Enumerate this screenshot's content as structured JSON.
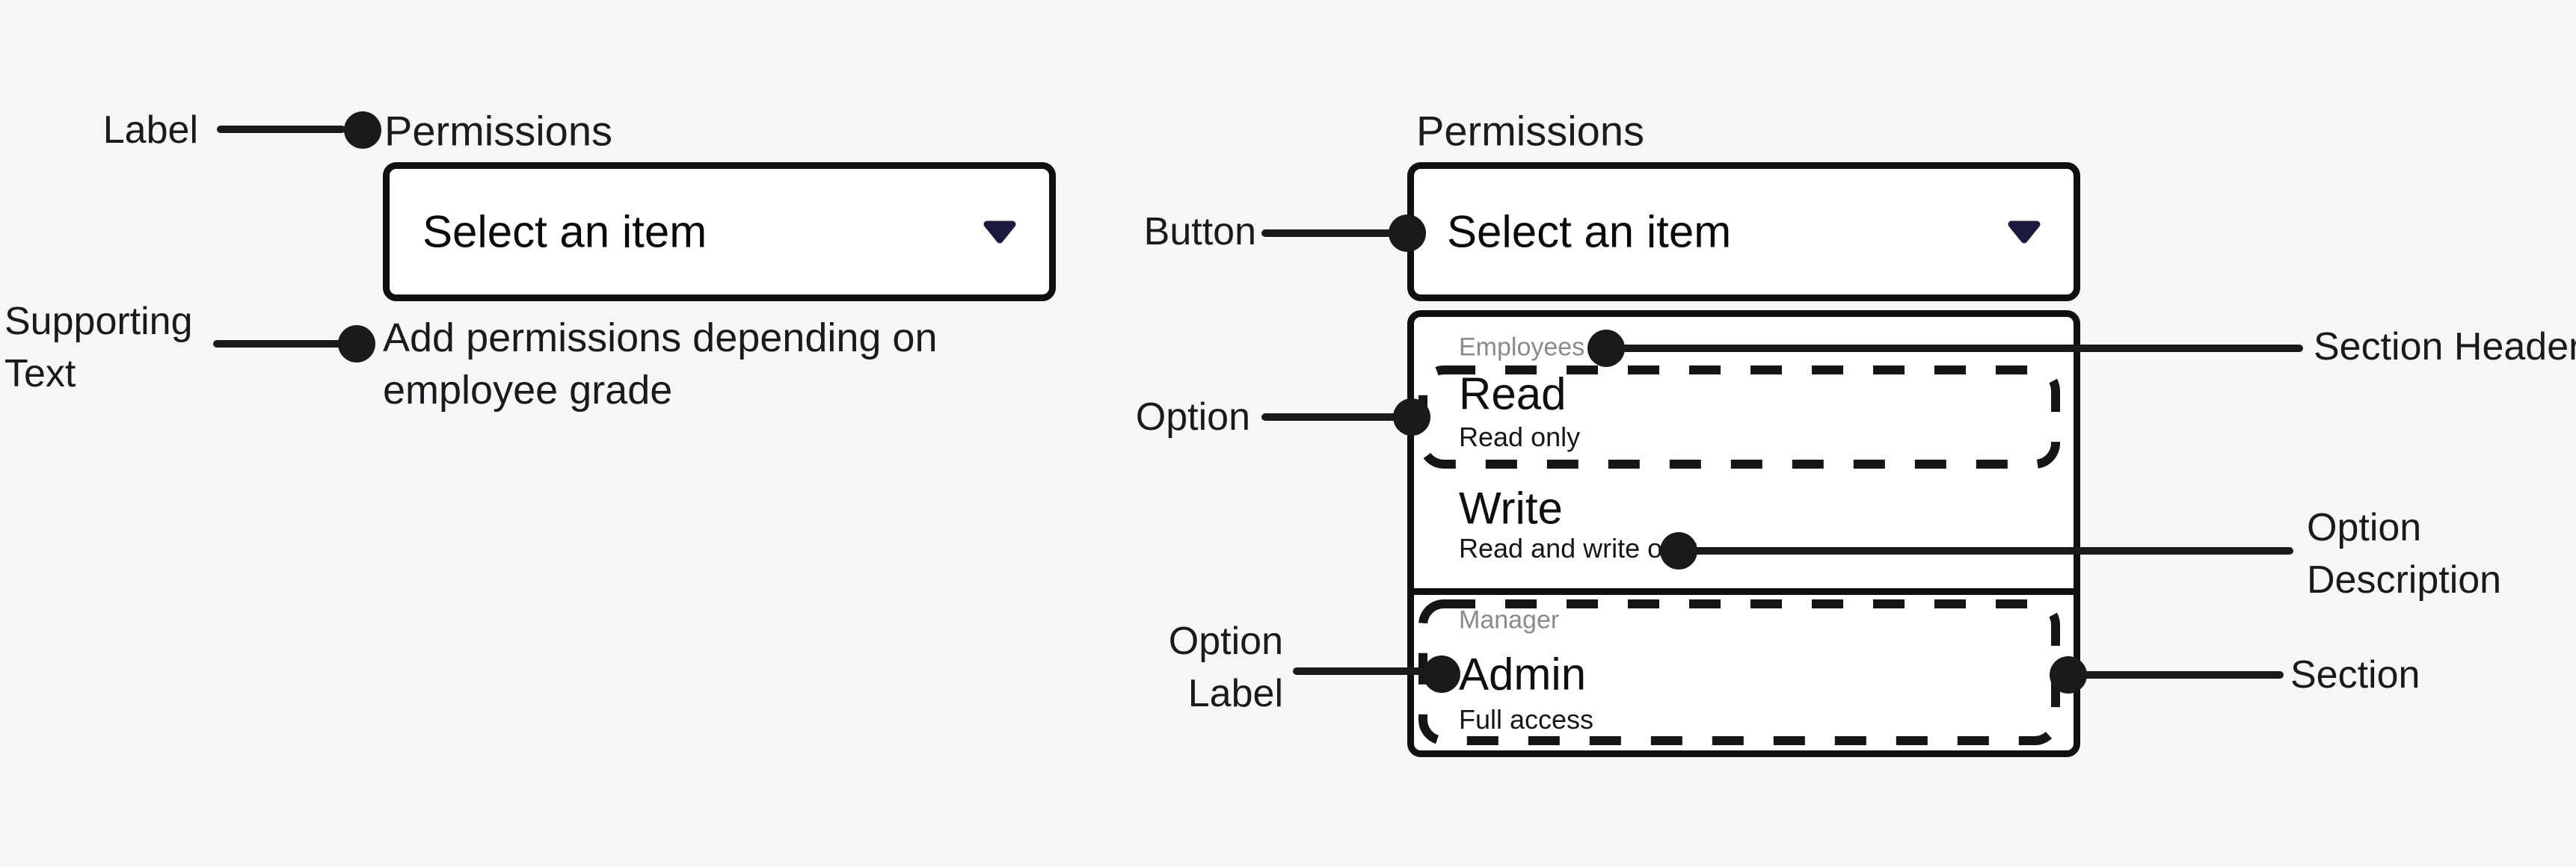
{
  "page": {
    "background": "#f5f6f8"
  },
  "colors": {
    "ink": "#1a1a1a",
    "component_border": "#101010",
    "surface": "#ffffff",
    "section_header_gray": "#8a8a8a",
    "chevron_navy": "#1b1b3e"
  },
  "icons": {
    "dropdown": "chevron-down"
  },
  "left_panel": {
    "field_label": "Permissions",
    "button_text": "Select an item",
    "supporting_text": {
      "line1": "Add permissions depending on",
      "line2": "employee grade"
    },
    "callouts": {
      "label": "Label",
      "supporting_line1": "Supporting",
      "supporting_line2": "Text"
    }
  },
  "right_panel": {
    "field_label": "Permissions",
    "button_text": "Select an item",
    "menu": {
      "sections": [
        {
          "header": "Employees",
          "options": [
            {
              "label": "Read",
              "description": "Read only"
            },
            {
              "label": "Write",
              "description": "Read and write only"
            }
          ]
        },
        {
          "header": "Manager",
          "options": [
            {
              "label": "Admin",
              "description": "Full access"
            }
          ]
        }
      ]
    },
    "callouts": {
      "button": "Button",
      "section_header": "Section Header",
      "option": "Option",
      "option_description_line1": "Option",
      "option_description_line2": "Description",
      "option_label_line1": "Option",
      "option_label_line2": "Label",
      "section": "Section"
    }
  }
}
